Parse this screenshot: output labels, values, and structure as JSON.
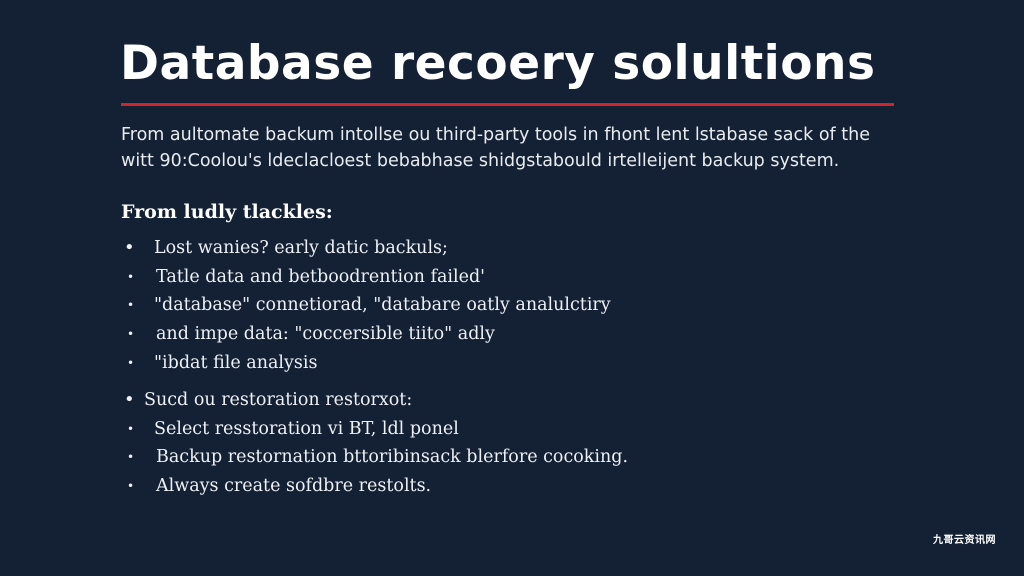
{
  "title": "Database recoery solultions",
  "intro": {
    "line1": "From aultomate backum intollse ou third-party tools in fhont lent lstabase sack of the",
    "line2": "witt 90:Coolou's ldeclacloest bebabhase shidgstabould irtelleijent backup system."
  },
  "section1": {
    "heading": "From ludly tlackles:",
    "items": [
      "Lost wanies? early datic backuls;",
      "Tatle data and betboodrention failed'",
      "\"database\" connetiorad, \"databare oatly analulctiry",
      "and impe data: \"coccersible tiito\" adly",
      "\"ibdat file analysis"
    ]
  },
  "section2": {
    "heading": "Sucd ou restoration restorxot:",
    "items": [
      "Select resstoration vi BT, ldl ponel",
      "Backup restornation bttoribinsack blerfore cocoking.",
      "Always create sofdbre restolts."
    ]
  },
  "bullet_symbol": "•",
  "watermark": "九哥云资讯网",
  "colors": {
    "background": "#142034",
    "accent_rule": "#c9272b",
    "text": "#ffffff"
  }
}
